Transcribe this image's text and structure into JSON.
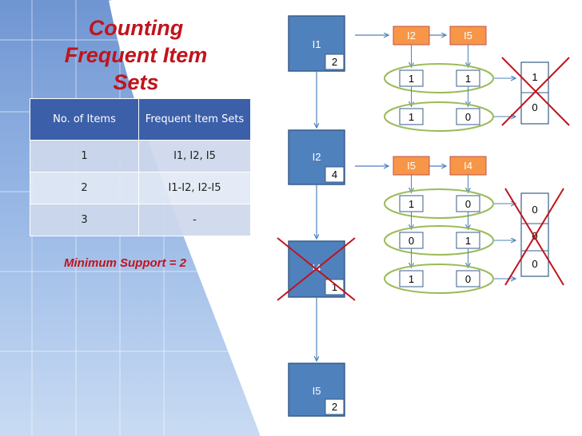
{
  "title_lines": [
    "Counting",
    "Frequent Item",
    "Sets"
  ],
  "table": {
    "headers": [
      "No. of Items",
      "Frequent Item Sets"
    ],
    "rows": [
      [
        "1",
        "I1, I2, I5"
      ],
      [
        "2",
        "I1-I2, I2-I5"
      ],
      [
        "3",
        "-"
      ]
    ]
  },
  "min_support": "Minimum Support = 2",
  "tree": {
    "nodes": [
      {
        "item": "I1",
        "count": "2",
        "pruned": false
      },
      {
        "item": "I2",
        "count": "4",
        "pruned": false
      },
      {
        "item": "I4",
        "count": "1",
        "pruned": true
      },
      {
        "item": "I5",
        "count": "2",
        "pruned": false
      }
    ]
  },
  "groups": [
    {
      "headers": [
        "I2",
        "I5"
      ],
      "rows": [
        [
          "1",
          "1"
        ],
        [
          "1",
          "0"
        ]
      ],
      "result": [
        "1",
        "0"
      ],
      "pruned": true
    },
    {
      "headers": [
        "I5",
        "I4"
      ],
      "rows": [
        [
          "1",
          "0"
        ],
        [
          "0",
          "1"
        ],
        [
          "1",
          "0"
        ]
      ],
      "result": [
        "0",
        "0",
        "0"
      ],
      "pruned": true
    }
  ],
  "colors": {
    "node_fill": "#4f81bd",
    "node_stroke": "#385d8a",
    "header_fill": "#f79646",
    "header_stroke": "#c0504d",
    "ellipse_stroke": "#9bbb59",
    "arrow": "#4f81bd",
    "cross": "#c0141c",
    "title": "#c0141c",
    "table_header": "#3b5fa8"
  }
}
